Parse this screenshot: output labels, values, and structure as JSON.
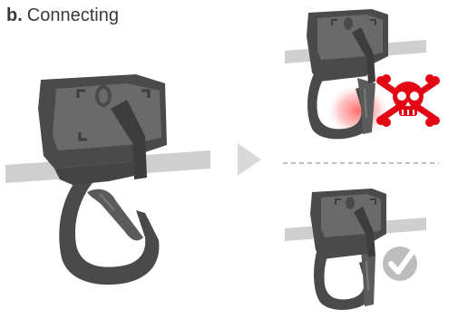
{
  "heading": {
    "step": "b.",
    "label": "Connecting"
  },
  "panels": [
    {
      "id": "main",
      "outcome": "none"
    },
    {
      "id": "wrong",
      "outcome": "danger",
      "icon": "skull-crossbones-icon"
    },
    {
      "id": "right",
      "outcome": "correct",
      "icon": "check-circle-icon"
    }
  ],
  "colors": {
    "device_body": "#4a4a4a",
    "device_face": "#6a6a6a",
    "device_highlight": "#8a8a8a",
    "rope": "#cfcfcf",
    "arrow": "#d9d9d9",
    "danger_red": "#e30613",
    "danger_glow": "#ff7070",
    "check_grey": "#bdbdbd",
    "divider": "#9a9a9a",
    "title_text": "#3a3a3a"
  }
}
